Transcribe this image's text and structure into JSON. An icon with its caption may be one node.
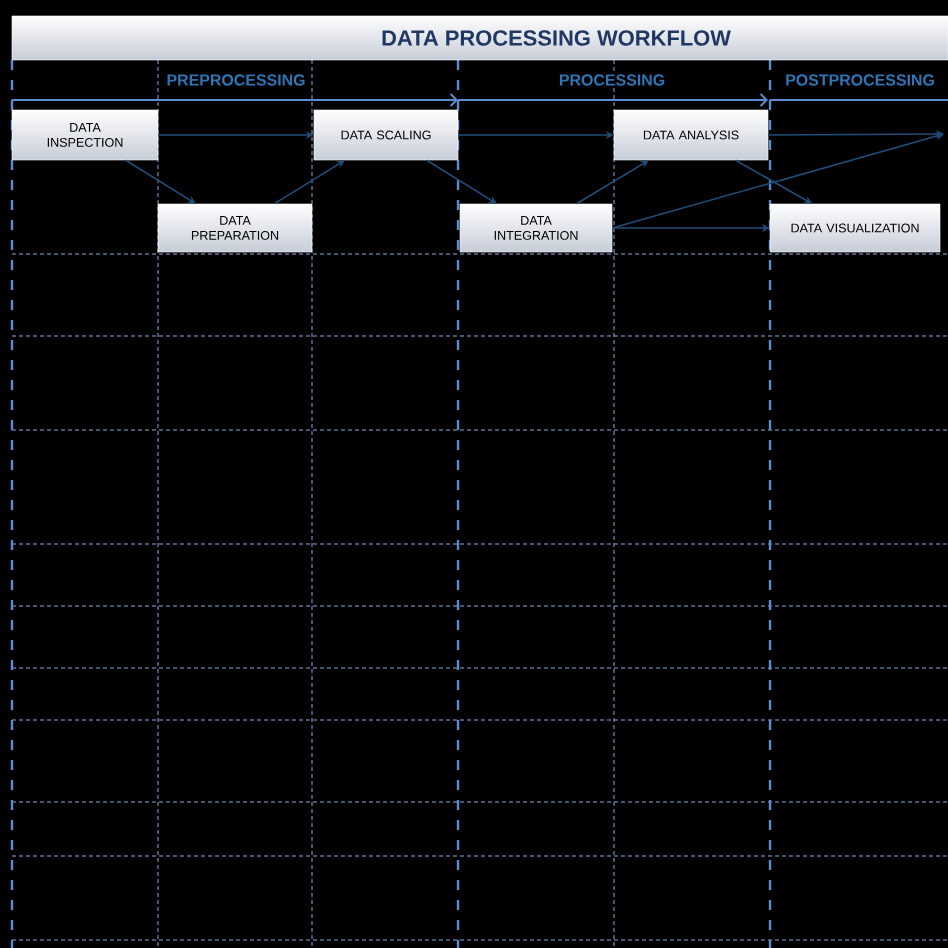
{
  "diagram": {
    "title": "DATA PROCESSING WORKFLOW",
    "nodes": [
      {
        "text": [
          "DATA INSPECTION"
        ]
      },
      {
        "text": [
          "DATA PREPARATION"
        ]
      },
      {
        "text": [
          "DATA SCALING"
        ]
      },
      {
        "text": [
          "DATA INTEGRATION"
        ]
      },
      {
        "text": [
          "DATA ANALYSIS"
        ]
      },
      {
        "text": [
          "DATA VISUALIZATION"
        ]
      }
    ],
    "edges": [
      {
        "from": 0,
        "to": 2,
        "arrow": "to"
      },
      {
        "from": 0,
        "to": 1,
        "arrow": "to"
      },
      {
        "from": 1,
        "to": 2,
        "arrow": "to"
      },
      {
        "from": 2,
        "to": 4,
        "arrow": "to"
      },
      {
        "from": 2,
        "to": 3,
        "arrow": "to"
      },
      {
        "from": 3,
        "to": 4,
        "arrow": "to"
      },
      {
        "from": 3,
        "to": 5,
        "arrow": "to"
      },
      {
        "from": 4,
        "to": 5,
        "arrow": "to"
      },
      {
        "from": 4,
        "to": null,
        "arrow": "to"
      },
      {
        "from": 3,
        "to": null,
        "arrow": "to"
      }
    ],
    "labels": [
      "PREPROCESSING",
      "PROCESSING",
      "POSTPROCESSING"
    ]
  }
}
